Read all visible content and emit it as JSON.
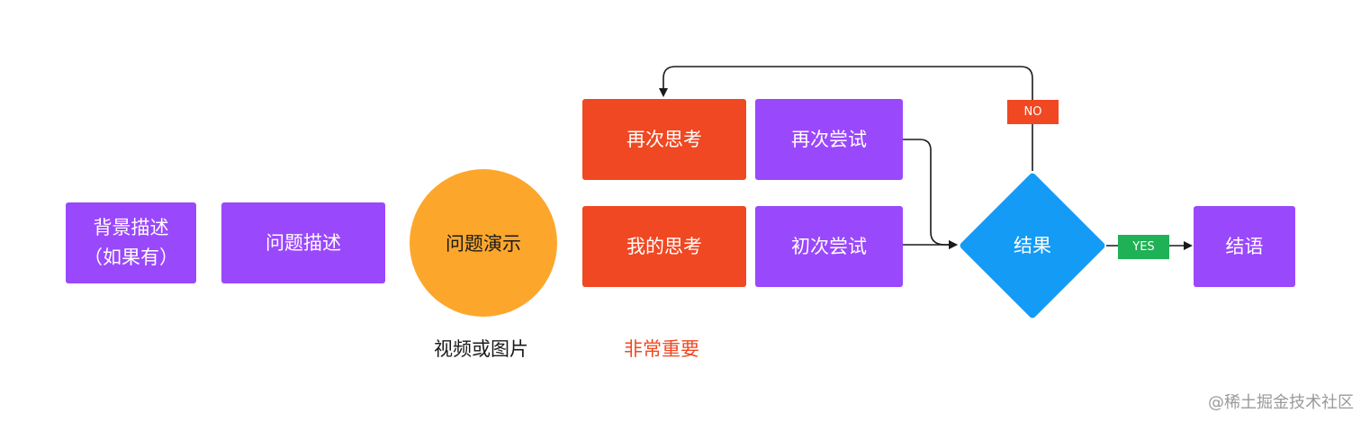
{
  "nodes": {
    "background": "背景描述\n（如果有）",
    "problem_desc": "问题描述",
    "problem_demo": "问题演示",
    "rethink": "再次思考",
    "retry": "再次尝试",
    "my_thinking": "我的思考",
    "first_try": "初次尝试",
    "result": "结果",
    "conclusion": "结语"
  },
  "labels": {
    "no": "NO",
    "yes": "YES"
  },
  "captions": {
    "video_or_image": "视频或图片",
    "very_important": "非常重要"
  },
  "watermark": "@稀土掘金技术社区",
  "colors": {
    "purple": "#9a48fc",
    "red": "#f04822",
    "orange": "#fca72c",
    "blue": "#139bf6",
    "green": "#1fb155",
    "accent_text": "#f04822"
  }
}
